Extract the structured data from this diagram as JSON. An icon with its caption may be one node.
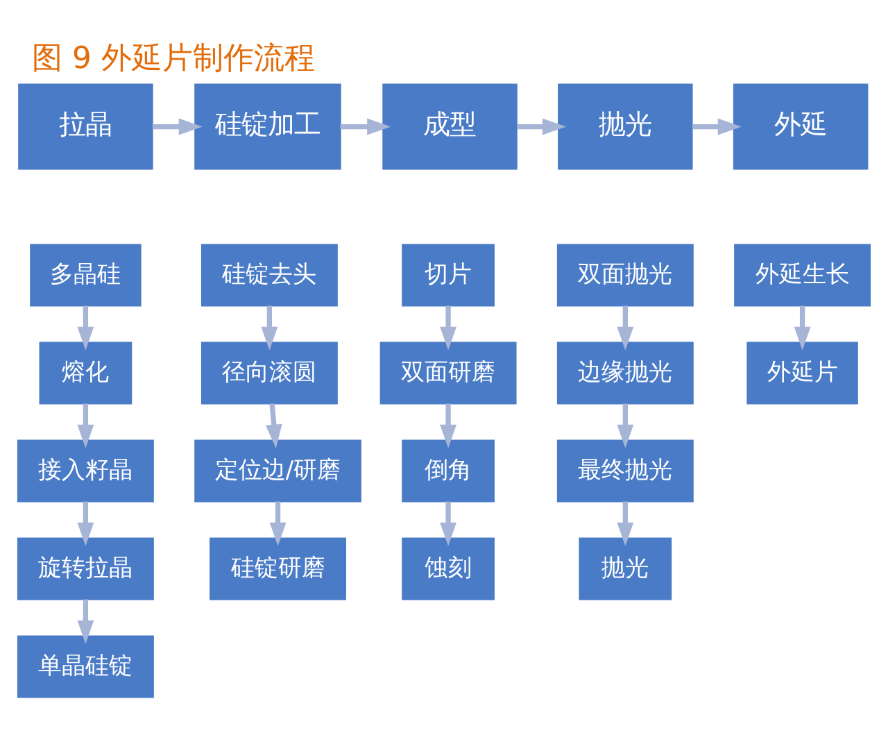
{
  "diagram": {
    "title": "图 9 外延片制作流程",
    "nodes": [
      {
        "text": [
          "拉晶"
        ]
      },
      {
        "text": [
          "硅锭加工"
        ]
      },
      {
        "text": [
          "成型"
        ]
      },
      {
        "text": [
          "抛光"
        ]
      },
      {
        "text": [
          "外延"
        ]
      },
      {
        "text": [
          "多晶硅"
        ]
      },
      {
        "text": [
          "熔化"
        ]
      },
      {
        "text": [
          "接入籽晶"
        ]
      },
      {
        "text": [
          "旋转拉晶"
        ]
      },
      {
        "text": [
          "单晶硅锭"
        ]
      },
      {
        "text": [
          "硅锭去头"
        ]
      },
      {
        "text": [
          "径向滚圆"
        ]
      },
      {
        "text": [
          "定位边/研磨"
        ]
      },
      {
        "text": [
          "硅锭研磨"
        ]
      },
      {
        "text": [
          "切片"
        ]
      },
      {
        "text": [
          "双面研磨"
        ]
      },
      {
        "text": [
          "倒角"
        ]
      },
      {
        "text": [
          "蚀刻"
        ]
      },
      {
        "text": [
          "双面抛光"
        ]
      },
      {
        "text": [
          "边缘抛光"
        ]
      },
      {
        "text": [
          "最终抛光"
        ]
      },
      {
        "text": [
          "抛光"
        ]
      },
      {
        "text": [
          "外延生长"
        ]
      },
      {
        "text": [
          "外延片"
        ]
      }
    ],
    "edges": [
      {
        "from": 0,
        "to": 1,
        "arrow": "to"
      },
      {
        "from": 1,
        "to": 2,
        "arrow": "to"
      },
      {
        "from": 2,
        "to": 3,
        "arrow": "to"
      },
      {
        "from": 3,
        "to": 4,
        "arrow": "to"
      },
      {
        "from": 5,
        "to": 6,
        "arrow": "to"
      },
      {
        "from": 6,
        "to": 7,
        "arrow": "to"
      },
      {
        "from": 7,
        "to": 8,
        "arrow": "to"
      },
      {
        "from": 8,
        "to": 9,
        "arrow": "to"
      },
      {
        "from": 10,
        "to": 11,
        "arrow": "to"
      },
      {
        "from": 11,
        "to": 12,
        "arrow": "to"
      },
      {
        "from": 12,
        "to": 13,
        "arrow": "to"
      },
      {
        "from": 14,
        "to": 15,
        "arrow": "to"
      },
      {
        "from": 15,
        "to": 16,
        "arrow": "to"
      },
      {
        "from": 16,
        "to": 17,
        "arrow": "to"
      },
      {
        "from": 18,
        "to": 19,
        "arrow": "to"
      },
      {
        "from": 19,
        "to": 20,
        "arrow": "to"
      },
      {
        "from": 20,
        "to": 21,
        "arrow": "to"
      },
      {
        "from": 22,
        "to": 23,
        "arrow": "to"
      }
    ]
  }
}
